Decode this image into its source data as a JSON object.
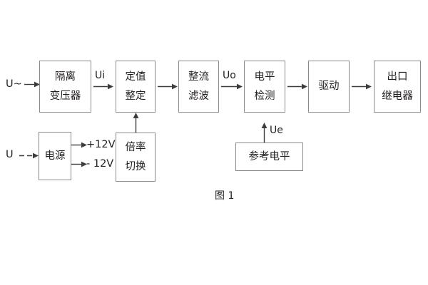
{
  "diagram": {
    "caption": "图 1",
    "boxes": [
      {
        "id": "isolation-transformer",
        "line1": "隔离",
        "line2": "变压器"
      },
      {
        "id": "setpoint-setting",
        "line1": "定值",
        "line2": "整定"
      },
      {
        "id": "rectify-filter",
        "line1": "整流",
        "line2": "滤波"
      },
      {
        "id": "level-detection",
        "line1": "电平",
        "line2": "检测"
      },
      {
        "id": "drive",
        "line1": "驱动",
        "line2": ""
      },
      {
        "id": "output-relay",
        "line1": "出口",
        "line2": "继电器"
      },
      {
        "id": "power-supply",
        "line1": "电源",
        "line2": ""
      },
      {
        "id": "multiplier-switch",
        "line1": "倍率",
        "line2": "切换"
      },
      {
        "id": "reference-level",
        "line1": "参考电平",
        "line2": ""
      }
    ],
    "labels": {
      "input_ac": "U~",
      "input_dc": "U",
      "ui": "Ui",
      "uo": "Uo",
      "ue": "Ue",
      "rail_pos": "+12V",
      "rail_neg": "- 12V"
    },
    "colors": {
      "stroke": "#8a8a8a",
      "text": "#231f20",
      "arrow": "#3d3d3d",
      "background": "#ffffff"
    }
  }
}
